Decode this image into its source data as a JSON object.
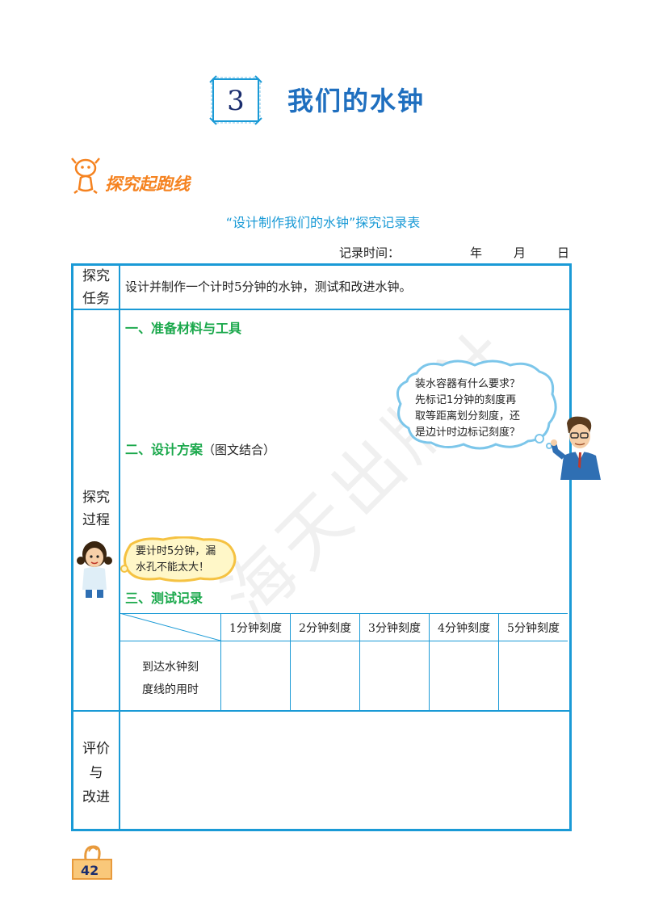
{
  "chapter": {
    "number": "3",
    "title": "我们的水钟"
  },
  "section_label": "探究起跑线",
  "table_title": "“设计制作我们的水钟”探究记录表",
  "record_time": {
    "label": "记录时间：",
    "year": "年",
    "month": "月",
    "day": "日"
  },
  "rows": {
    "task": {
      "head": [
        "探究",
        "任务"
      ],
      "content": "设计并制作一个计时5分钟的水钟，测试和改进水钟。"
    },
    "process": {
      "head": [
        "探究",
        "过程"
      ],
      "step1": "一、准备材料与工具",
      "step2": "二、设计方案",
      "step2_note": "（图文结合）",
      "step3": "三、测试记录"
    },
    "evaluation": {
      "head": [
        "评价",
        "与",
        "改进"
      ]
    }
  },
  "test_table": {
    "columns": [
      "1分钟刻度",
      "2分钟刻度",
      "3分钟刻度",
      "4分钟刻度",
      "5分钟刻度"
    ],
    "row_label": [
      "到达水钟刻",
      "度线的用时"
    ]
  },
  "bubbles": {
    "teacher": [
      "装水容器有什么要求？",
      "先标记1分钟的刻度再",
      "取等距离划分刻度，还",
      "是边计时边标记刻度？"
    ],
    "girl": [
      "要计时5分钟，漏",
      "水孔不能太大！"
    ]
  },
  "watermark": "海天出版社",
  "page_number": "42",
  "colors": {
    "accent": "#1a9ad6",
    "title": "#1f6fbf",
    "section": "#f5821f",
    "step": "#1aa84b"
  }
}
